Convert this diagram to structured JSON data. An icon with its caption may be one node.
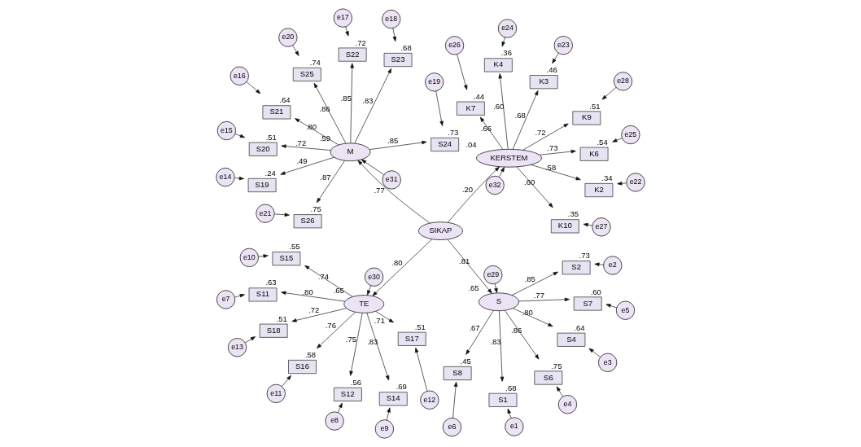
{
  "diagram": {
    "nodes": [
      {
        "text": [
          "e1"
        ]
      },
      {
        "text": [
          "e2"
        ]
      },
      {
        "text": [
          "e3"
        ]
      },
      {
        "text": [
          "e4"
        ]
      },
      {
        "text": [
          "e5"
        ]
      },
      {
        "text": [
          "e6"
        ]
      },
      {
        "text": [
          "S1"
        ],
        "beside": [
          ".68"
        ]
      },
      {
        "text": [
          "S2"
        ],
        "beside": [
          ".73"
        ]
      },
      {
        "text": [
          "S4"
        ],
        "beside": [
          ".64"
        ]
      },
      {
        "text": [
          "S6"
        ],
        "beside": [
          ".75"
        ]
      },
      {
        "text": [
          "S7"
        ],
        "beside": [
          ".60"
        ]
      },
      {
        "text": [
          "S8"
        ],
        "beside": [
          ".45"
        ]
      },
      {
        "text": [
          "S"
        ],
        "beside": [
          ".65"
        ]
      },
      {
        "text": [
          "e29"
        ]
      },
      {
        "text": [
          "e7"
        ]
      },
      {
        "text": [
          "e8"
        ]
      },
      {
        "text": [
          "e9"
        ]
      },
      {
        "text": [
          "e10"
        ]
      },
      {
        "text": [
          "e11"
        ]
      },
      {
        "text": [
          "e12"
        ]
      },
      {
        "text": [
          "e13"
        ]
      },
      {
        "text": [
          "S11"
        ],
        "beside": [
          ".63"
        ]
      },
      {
        "text": [
          "S12"
        ],
        "beside": [
          ".56"
        ]
      },
      {
        "text": [
          "S14"
        ],
        "beside": [
          ".69"
        ]
      },
      {
        "text": [
          "S15"
        ],
        "beside": [
          ".55"
        ]
      },
      {
        "text": [
          "S16"
        ],
        "beside": [
          ".58"
        ]
      },
      {
        "text": [
          "S17"
        ],
        "beside": [
          ".51"
        ]
      },
      {
        "text": [
          "S18"
        ],
        "beside": [
          ".51"
        ]
      },
      {
        "text": [
          "TE"
        ],
        "beside": [
          ".65"
        ]
      },
      {
        "text": [
          "e30"
        ]
      },
      {
        "text": [
          "SIKAP"
        ]
      },
      {
        "text": [
          "e14"
        ]
      },
      {
        "text": [
          "e15"
        ]
      },
      {
        "text": [
          "e16"
        ]
      },
      {
        "text": [
          "e17"
        ]
      },
      {
        "text": [
          "e18"
        ]
      },
      {
        "text": [
          "e19"
        ]
      },
      {
        "text": [
          "e20"
        ]
      },
      {
        "text": [
          "e21"
        ]
      },
      {
        "text": [
          "S19"
        ],
        "beside": [
          ".24"
        ]
      },
      {
        "text": [
          "S20"
        ],
        "beside": [
          ".51"
        ]
      },
      {
        "text": [
          "S21"
        ],
        "beside": [
          ".64"
        ]
      },
      {
        "text": [
          "S22"
        ],
        "beside": [
          ".72"
        ]
      },
      {
        "text": [
          "S23"
        ],
        "beside": [
          ".68"
        ]
      },
      {
        "text": [
          "S24"
        ],
        "beside": [
          ".73"
        ]
      },
      {
        "text": [
          "S25"
        ],
        "beside": [
          ".74"
        ]
      },
      {
        "text": [
          "S26"
        ],
        "beside": [
          ".75"
        ]
      },
      {
        "text": [
          "M"
        ],
        "beside": [
          ".59"
        ]
      },
      {
        "text": [
          "e31"
        ]
      },
      {
        "text": [
          "e32"
        ]
      },
      {
        "text": [
          "KERSTEM"
        ],
        "beside": [
          ".04"
        ]
      },
      {
        "text": [
          "K2"
        ],
        "beside": [
          ".34"
        ]
      },
      {
        "text": [
          "K3"
        ],
        "beside": [
          ".46"
        ]
      },
      {
        "text": [
          "K4"
        ],
        "beside": [
          ".36"
        ]
      },
      {
        "text": [
          "K6"
        ],
        "beside": [
          ".54"
        ]
      },
      {
        "text": [
          "K7"
        ],
        "beside": [
          ".44"
        ]
      },
      {
        "text": [
          "K10"
        ],
        "beside": [
          ".35"
        ]
      },
      {
        "text": [
          "K9"
        ],
        "beside": [
          ".51"
        ]
      },
      {
        "text": [
          "e22"
        ]
      },
      {
        "text": [
          "e23"
        ]
      },
      {
        "text": [
          "e24"
        ]
      },
      {
        "text": [
          "e25"
        ]
      },
      {
        "text": [
          "e26"
        ]
      },
      {
        "text": [
          "e27"
        ]
      },
      {
        "text": [
          "e28"
        ]
      }
    ],
    "edges": [
      {
        "from": 0,
        "to": 6,
        "arrow": "to"
      },
      {
        "from": 1,
        "to": 7,
        "arrow": "to"
      },
      {
        "from": 2,
        "to": 8,
        "arrow": "to"
      },
      {
        "from": 3,
        "to": 9,
        "arrow": "to"
      },
      {
        "from": 4,
        "to": 10,
        "arrow": "to"
      },
      {
        "from": 5,
        "to": 11,
        "arrow": "to"
      },
      {
        "from": 12,
        "to": 6,
        "arrow": "to",
        "label": ".83"
      },
      {
        "from": 12,
        "to": 7,
        "arrow": "to",
        "label": ".85"
      },
      {
        "from": 12,
        "to": 8,
        "arrow": "to",
        "label": ".80"
      },
      {
        "from": 12,
        "to": 9,
        "arrow": "to",
        "label": ".86"
      },
      {
        "from": 12,
        "to": 10,
        "arrow": "to",
        "label": ".77"
      },
      {
        "from": 12,
        "to": 11,
        "arrow": "to",
        "label": ".67"
      },
      {
        "from": 13,
        "to": 12,
        "arrow": "to"
      },
      {
        "from": 14,
        "to": 21,
        "arrow": "to"
      },
      {
        "from": 15,
        "to": 22,
        "arrow": "to"
      },
      {
        "from": 16,
        "to": 23,
        "arrow": "to"
      },
      {
        "from": 17,
        "to": 24,
        "arrow": "to"
      },
      {
        "from": 18,
        "to": 25,
        "arrow": "to"
      },
      {
        "from": 19,
        "to": 26,
        "arrow": "to"
      },
      {
        "from": 20,
        "to": 27,
        "arrow": "to"
      },
      {
        "from": 28,
        "to": 21,
        "arrow": "to",
        "label": ".80"
      },
      {
        "from": 28,
        "to": 22,
        "arrow": "to",
        "label": ".75"
      },
      {
        "from": 28,
        "to": 23,
        "arrow": "to",
        "label": ".83"
      },
      {
        "from": 28,
        "to": 24,
        "arrow": "to",
        "label": ".74"
      },
      {
        "from": 28,
        "to": 25,
        "arrow": "to",
        "label": ".76"
      },
      {
        "from": 28,
        "to": 26,
        "arrow": "to",
        "label": ".71"
      },
      {
        "from": 28,
        "to": 27,
        "arrow": "to",
        "label": ".72"
      },
      {
        "from": 29,
        "to": 28,
        "arrow": "to"
      },
      {
        "from": 30,
        "to": 12,
        "arrow": "to",
        "label": ".81"
      },
      {
        "from": 30,
        "to": 28,
        "arrow": "to",
        "label": ".80"
      },
      {
        "from": 30,
        "to": 47,
        "arrow": "to",
        "label": ".77"
      },
      {
        "from": 30,
        "to": 50,
        "arrow": "to",
        "label": ".20"
      },
      {
        "from": 31,
        "to": 39,
        "arrow": "to"
      },
      {
        "from": 32,
        "to": 40,
        "arrow": "to"
      },
      {
        "from": 33,
        "to": 41,
        "arrow": "to"
      },
      {
        "from": 34,
        "to": 42,
        "arrow": "to"
      },
      {
        "from": 35,
        "to": 43,
        "arrow": "to"
      },
      {
        "from": 36,
        "to": 44,
        "arrow": "to"
      },
      {
        "from": 37,
        "to": 45,
        "arrow": "to"
      },
      {
        "from": 38,
        "to": 46,
        "arrow": "to"
      },
      {
        "from": 47,
        "to": 39,
        "arrow": "to",
        "label": ".49"
      },
      {
        "from": 47,
        "to": 40,
        "arrow": "to",
        "label": ".72"
      },
      {
        "from": 47,
        "to": 41,
        "arrow": "to",
        "label": ".80"
      },
      {
        "from": 47,
        "to": 42,
        "arrow": "to",
        "label": ".85"
      },
      {
        "from": 47,
        "to": 43,
        "arrow": "to",
        "label": ".83"
      },
      {
        "from": 47,
        "to": 44,
        "arrow": "to",
        "label": ".85"
      },
      {
        "from": 47,
        "to": 45,
        "arrow": "to",
        "label": ".86"
      },
      {
        "from": 47,
        "to": 46,
        "arrow": "to",
        "label": ".87"
      },
      {
        "from": 48,
        "to": 47,
        "arrow": "to"
      },
      {
        "from": 49,
        "to": 50,
        "arrow": "to"
      },
      {
        "from": 50,
        "to": 51,
        "arrow": "to",
        "label": ".58"
      },
      {
        "from": 50,
        "to": 52,
        "arrow": "to",
        "label": ".68"
      },
      {
        "from": 50,
        "to": 53,
        "arrow": "to",
        "label": ".60"
      },
      {
        "from": 50,
        "to": 54,
        "arrow": "to",
        "label": ".73"
      },
      {
        "from": 50,
        "to": 55,
        "arrow": "to",
        "label": ".66"
      },
      {
        "from": 50,
        "to": 56,
        "arrow": "to",
        "label": ".60"
      },
      {
        "from": 50,
        "to": 57,
        "arrow": "to",
        "label": ".72"
      },
      {
        "from": 58,
        "to": 51,
        "arrow": "to"
      },
      {
        "from": 59,
        "to": 52,
        "arrow": "to"
      },
      {
        "from": 60,
        "to": 53,
        "arrow": "to"
      },
      {
        "from": 61,
        "to": 54,
        "arrow": "to"
      },
      {
        "from": 62,
        "to": 55,
        "arrow": "to"
      },
      {
        "from": 63,
        "to": 56,
        "arrow": "to"
      },
      {
        "from": 64,
        "to": 57,
        "arrow": "to"
      }
    ]
  }
}
